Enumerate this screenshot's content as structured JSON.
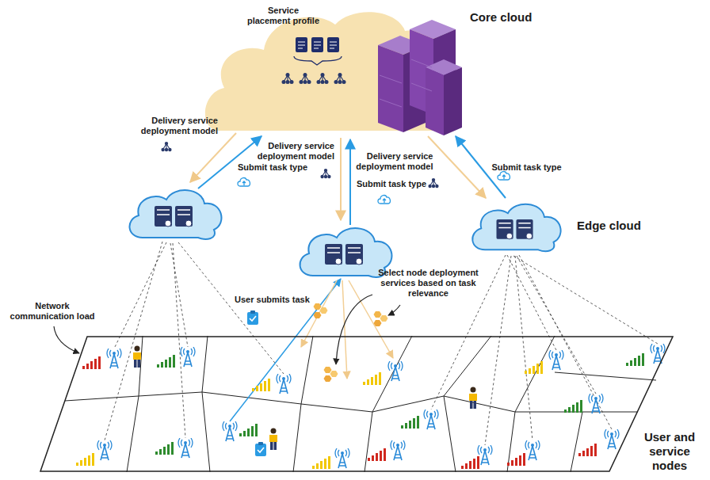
{
  "diagram": {
    "nodes": [
      {
        "text": [
          "Service placement profile",
          "Core cloud"
        ]
      },
      {
        "text": [
          "Edge cloud"
        ]
      },
      {
        "text": [
          "User and service nodes"
        ]
      }
    ],
    "edges": [
      {
        "from": 0,
        "to": 1,
        "arrow": "to",
        "label": "Delivery service deployment model"
      },
      {
        "from": 1,
        "to": 0,
        "arrow": "to",
        "label": "Submit task type"
      }
    ],
    "labels": [
      "Delivery service deployment model",
      "Submit task type",
      "Delivery service deployment model",
      "Submit task type",
      "Network communication load",
      "Select node deployment services based on task relevance",
      "User submits task"
    ]
  }
}
